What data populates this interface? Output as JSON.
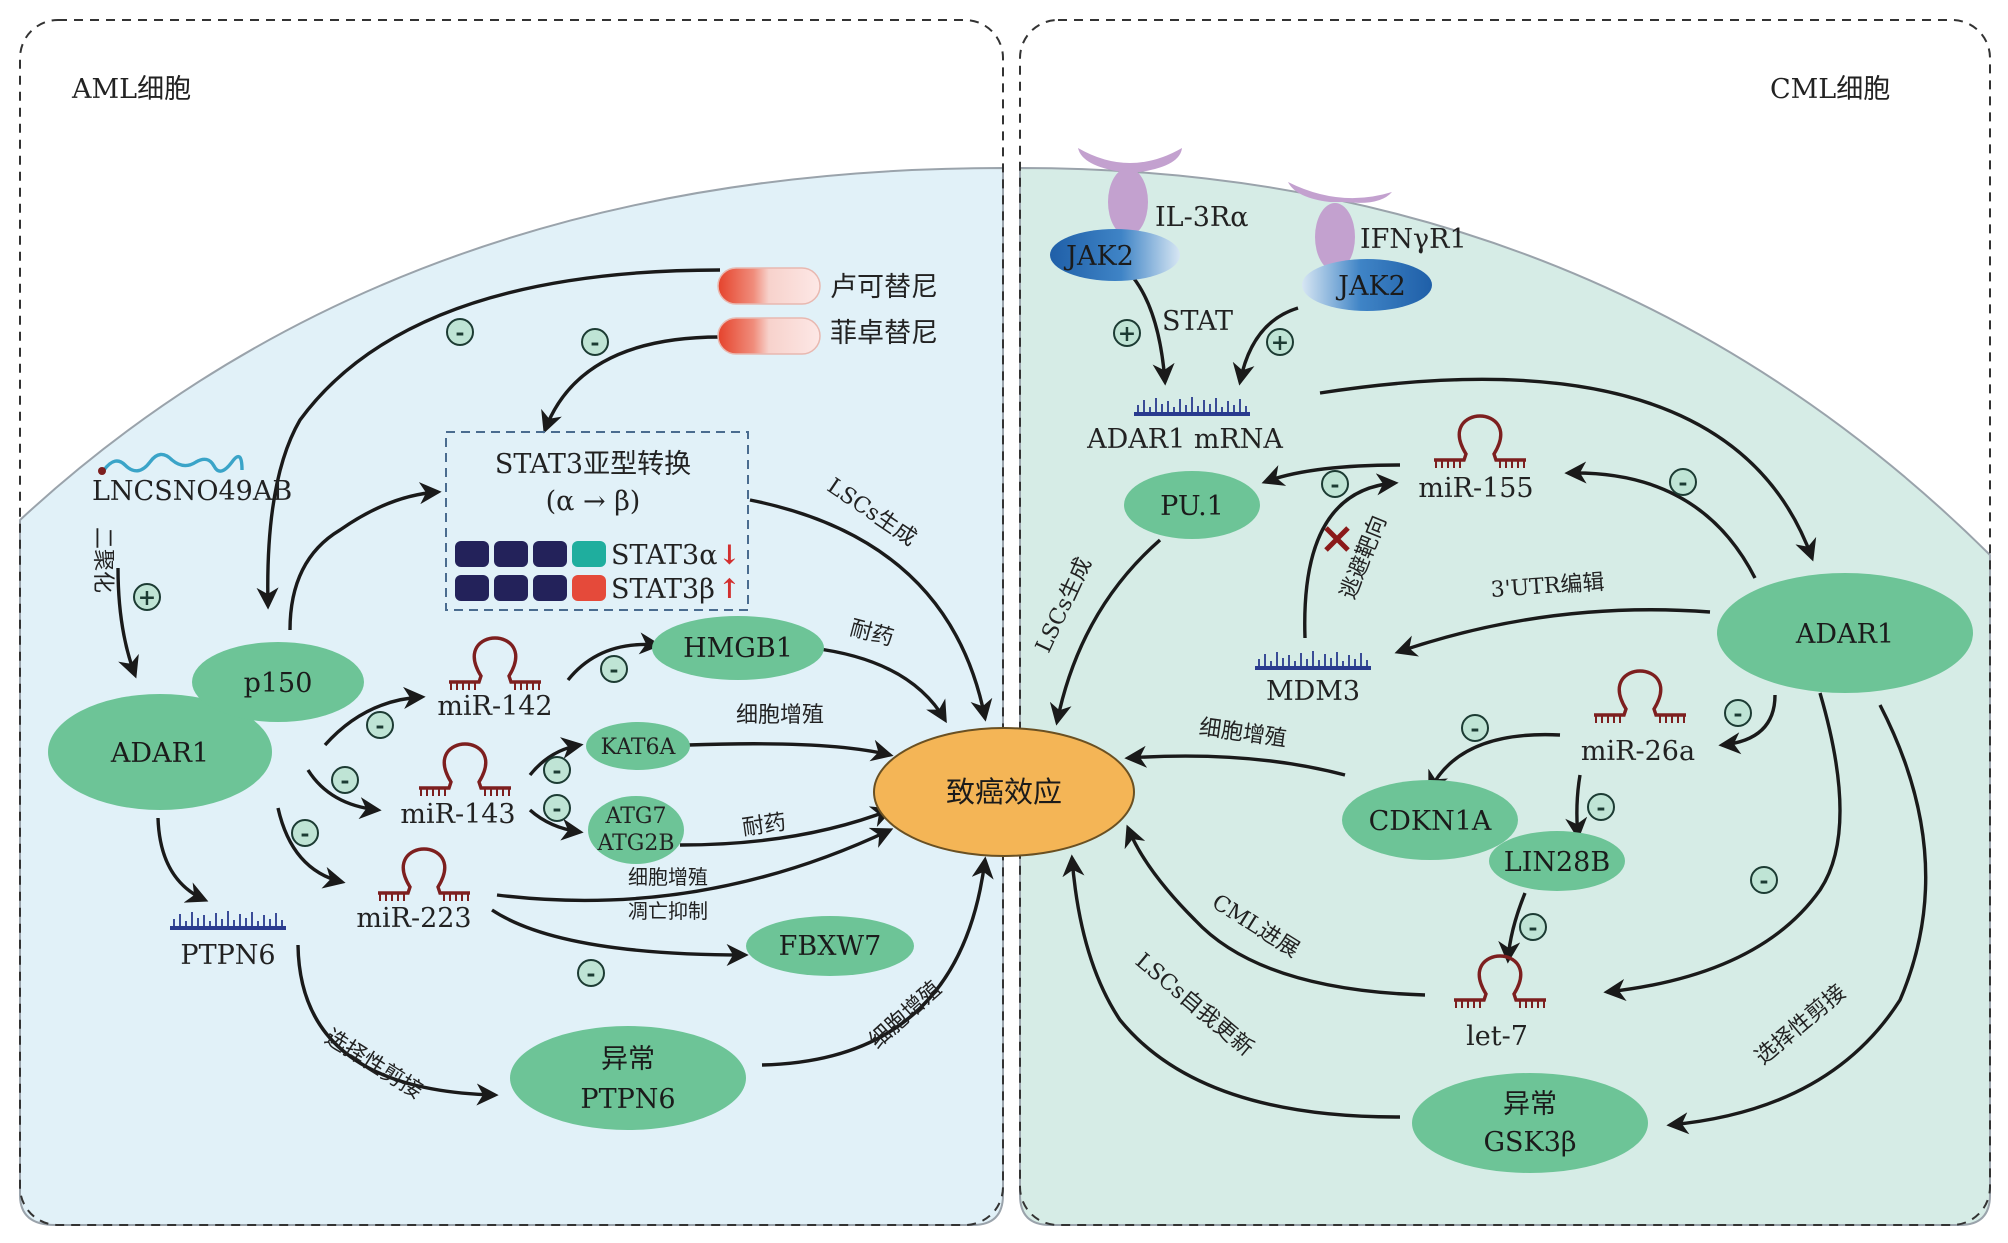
{
  "panels": {
    "left_title": "AML细胞",
    "right_title": "CML细胞"
  },
  "drugs": {
    "ruxolitinib": "卢可替尼",
    "fedratinib": "菲卓替尼"
  },
  "stat3_box": {
    "title_line1": "STAT3亚型转换",
    "title_line2": "(α → β)",
    "alpha_label": "STAT3α",
    "beta_label": "STAT3β",
    "alpha_trend": "↓",
    "beta_trend": "↑"
  },
  "nodes": {
    "lncsno": "LNCSNO49AB",
    "adar1_left": "ADAR1",
    "p150": "p150",
    "mir142": "miR-142",
    "mir143": "miR-143",
    "mir223": "miR-223",
    "hmgb1": "HMGB1",
    "kat6a": "KAT6A",
    "atg7_line1": "ATG7",
    "atg7_line2": "ATG2B",
    "fbxw7": "FBXW7",
    "ptpn6": "PTPN6",
    "abn_ptpn6_line1": "异常",
    "abn_ptpn6_line2": "PTPN6",
    "effect": "致癌效应",
    "il3ra": "IL-3Rα",
    "ifngr1": "IFNγR1",
    "jak2_a": "JAK2",
    "jak2_b": "JAK2",
    "stat": "STAT",
    "adar1_mrna": "ADAR1 mRNA",
    "pu1": "PU.1",
    "mir155": "miR-155",
    "mdm3": "MDM3",
    "adar1_right": "ADAR1",
    "mir26a": "miR-26a",
    "cdkn1a": "CDKN1A",
    "lin28b": "LIN28B",
    "let7": "let-7",
    "abn_gsk_line1": "异常",
    "abn_gsk_line2": "GSK3β"
  },
  "edge_labels": {
    "dimerization": "二聚化",
    "lsc_gen_left": "LSCs生成",
    "drug_res_1": "耐药",
    "cell_prolif_1": "细胞增殖",
    "drug_res_2": "耐药",
    "cell_prolif_2": "细胞增殖",
    "apoptosis_inhib": "凋亡抑制",
    "alt_splice_left": "选择性剪接",
    "cell_prolif_3": "细胞增殖",
    "lsc_gen_right": "LSCs生成",
    "escape_target": "逃避靶向",
    "utr_edit": "3'UTR编辑",
    "cell_prolif_4": "细胞增殖",
    "cml_progress": "CML进展",
    "lsc_self_renew": "LSCs自我更新",
    "alt_splice_right": "选择性剪接"
  },
  "signs": {
    "minus": "-",
    "plus": "+"
  },
  "colors": {
    "left_cell": "#e1f1f8",
    "right_cell": "#d6ece6",
    "node_green": "#6dc497",
    "effect_orange": "#f4b556",
    "jak2_blue": "#2c73b8",
    "receptor_purple": "#c3a1cf",
    "rna_blue": "#293a8e",
    "mirna_red": "#7d1f1f",
    "lnc_teal": "#3aa4c8",
    "stat3_dark": "#23225a",
    "stat3_alpha": "#1fae9e",
    "stat3_beta": "#e54a3a",
    "sign_fill": "#bfe4d5"
  }
}
